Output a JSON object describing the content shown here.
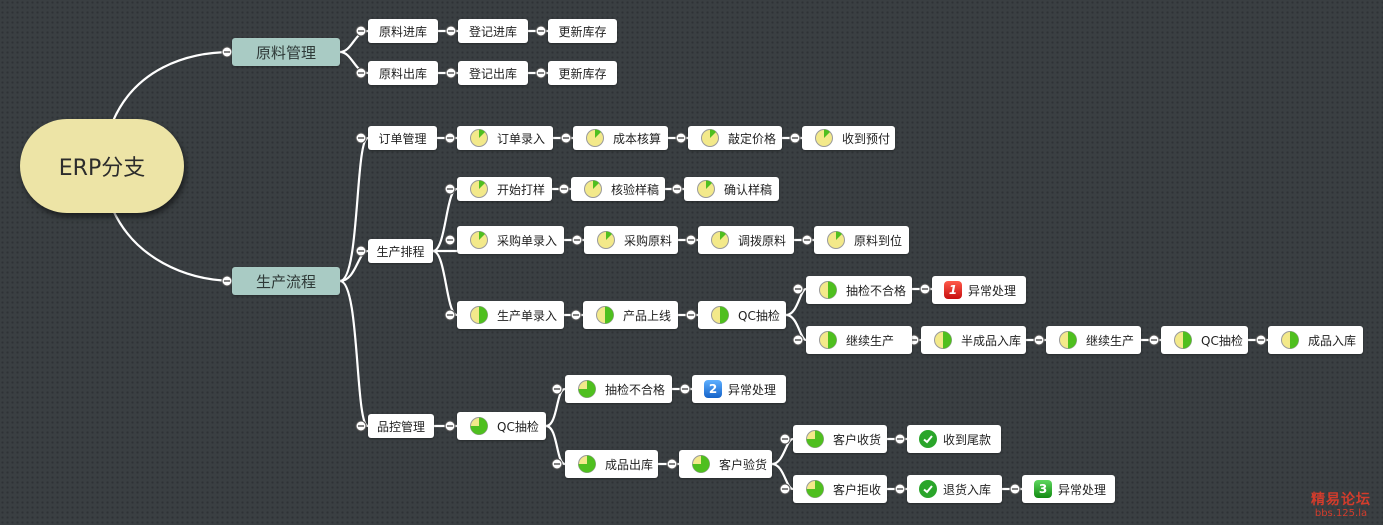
{
  "root": {
    "label": "ERP分支"
  },
  "branches": {
    "materials": "原料管理",
    "production": "生产流程"
  },
  "nodes": {
    "m_in": "原料进库",
    "m_in_reg": "登记进库",
    "m_in_upd": "更新库存",
    "m_out": "原料出库",
    "m_out_reg": "登记出库",
    "m_out_upd": "更新库存",
    "order": "订单管理",
    "order_entry": "订单录入",
    "cost_calc": "成本核算",
    "price_fix": "敲定价格",
    "deposit": "收到预付",
    "schedule": "生产排程",
    "sample_start": "开始打样",
    "sample_check": "核验样稿",
    "sample_confirm": "确认样稿",
    "po_entry": "采购单录入",
    "purchase_mat": "采购原料",
    "allot_mat": "调拨原料",
    "mat_ready": "原料到位",
    "prod_entry": "生产单录入",
    "prod_online": "产品上线",
    "qc_1": "QC抽检",
    "fail_1": "抽检不合格",
    "exc_1": "异常处理",
    "continue_1": "继续生产",
    "semi_in": "半成品入库",
    "continue_2": "继续生产",
    "qc_2": "QC抽检",
    "fg_in": "成品入库",
    "qc_mgmt": "品控管理",
    "qc_3": "QC抽检",
    "fail_2": "抽检不合格",
    "exc_2": "异常处理",
    "fg_out": "成品出库",
    "cust_inspect": "客户验货",
    "cust_accept": "客户收货",
    "final_pay": "收到尾款",
    "cust_reject": "客户拒收",
    "return_in": "退货入库",
    "exc_3": "异常处理"
  },
  "badges": {
    "b1": "1",
    "b2": "2",
    "b3": "3"
  },
  "watermark": {
    "line1": "精易论坛",
    "line2": "bbs.125.la"
  },
  "colors": {
    "background": "#3a3f42",
    "connector": "#ffffff",
    "root_fill": "#ede4a6",
    "branch_fill": "#a9cbc4",
    "node_fill": "#ffffff",
    "pie_green": "#4fbf1f",
    "pie_yellow": "#f3e98a"
  },
  "icons": {
    "pie": "task-progress-pie-icon",
    "collapse": "collapse-minus-icon",
    "priority": "priority-badge-icon",
    "done": "check-circle-icon"
  }
}
